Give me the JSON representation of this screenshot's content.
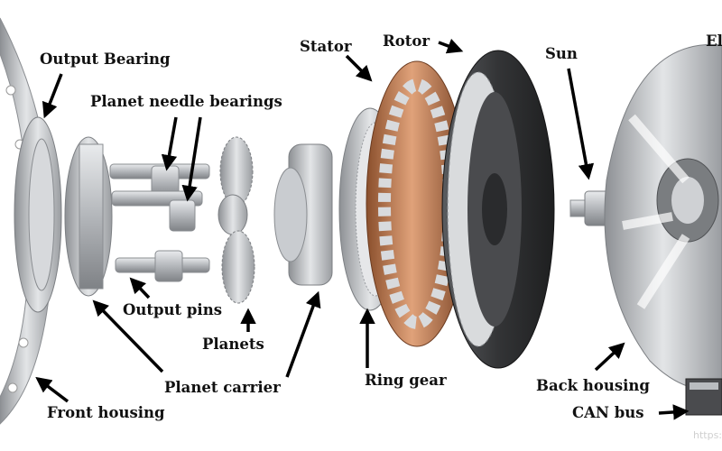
{
  "diagram": {
    "labels": {
      "output_bearing": "Output Bearing",
      "planet_needle_bearings": "Planet needle bearings",
      "output_pins": "Output pins",
      "planets": "Planets",
      "planet_carrier": "Planet carrier",
      "front_housing": "Front housing",
      "stator": "Stator",
      "rotor": "Rotor",
      "ring_gear": "Ring gear",
      "sun": "Sun",
      "back_housing": "Back housing",
      "can_bus": "CAN bus",
      "cut_off": "El"
    },
    "watermark": "https://",
    "colors": {
      "label": "#111111",
      "arrow": "#000000",
      "copper": "#c07a4f",
      "metal": "#b9bcc0",
      "dark_metal": "#3a3b3d"
    }
  }
}
